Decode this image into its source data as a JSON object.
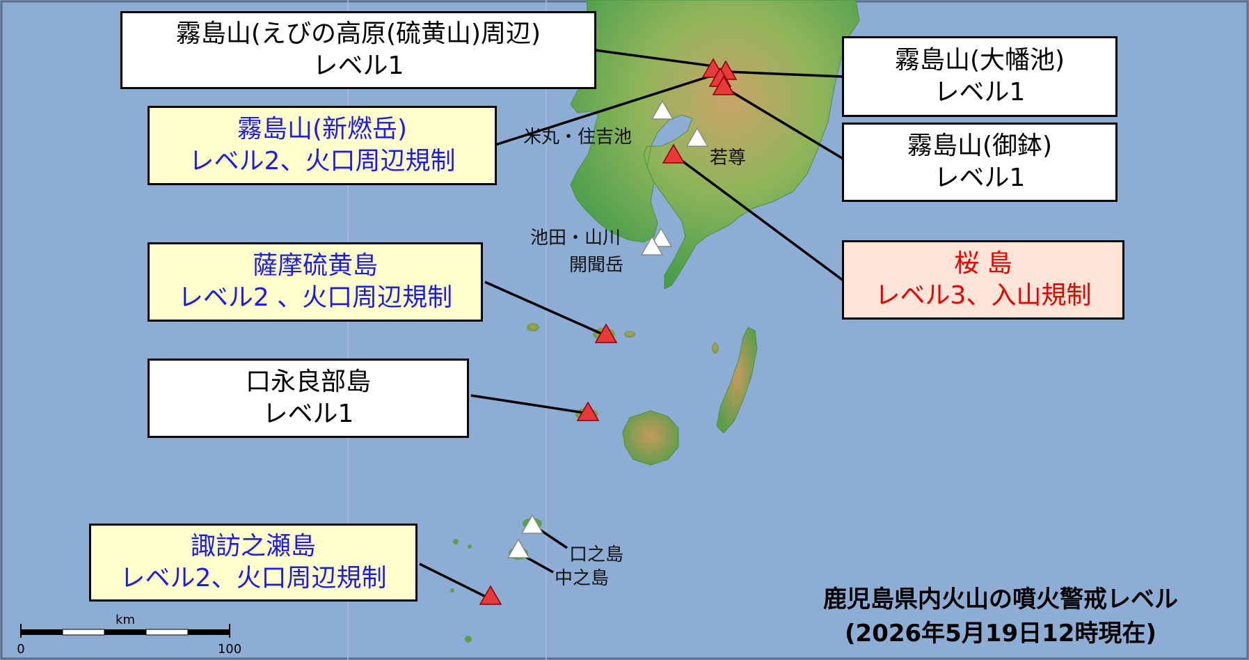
{
  "volcano_boxes": {
    "ebino": {
      "name": "霧島山(えびの高原(硫黄山)周辺)",
      "level": "レベル1"
    },
    "shinmoedake": {
      "name": "霧島山(新燃岳)",
      "level": "レベル2、火口周辺規制"
    },
    "ohachiike": {
      "name": "霧島山(大幡池)",
      "level": "レベル1"
    },
    "ohachi": {
      "name": "霧島山(御鉢)",
      "level": "レベル1"
    },
    "sakurajima": {
      "name": "桜 島",
      "level": "レベル3、入山規制"
    },
    "satsuma_iojima": {
      "name": "薩摩硫黄島",
      "level": "レベル2 、火口周辺規制"
    },
    "kuchinoerabujima": {
      "name": "口永良部島",
      "level": "レベル1"
    },
    "suwanosejima": {
      "name": "諏訪之瀬島",
      "level": "レベル2、火口周辺規制"
    }
  },
  "map_labels": {
    "yonemaru": "米丸・住吉池",
    "wakamiko": "若尊",
    "ikeda": "池田・山川",
    "kaimondake": "開聞岳",
    "kuchinoshima": "口之島",
    "nakanoshima": "中之島"
  },
  "scale_bar": {
    "unit": "km",
    "start": "0",
    "end": "100"
  },
  "title": {
    "line1": "鹿児島県内火山の噴火警戒レベル",
    "line2": "(2026年5月19日12時現在)"
  },
  "colors": {
    "sea": "#8eadd4",
    "land_low": "#3f9b4a",
    "land_high": "#c8a064",
    "volcano_active": "#e83a3a",
    "volcano_other": "#ffffff",
    "level2_bg": "#ffffcc",
    "level2_text": "#1c1ce6",
    "level3_bg": "#fde4d6",
    "level3_text": "#e60000"
  }
}
